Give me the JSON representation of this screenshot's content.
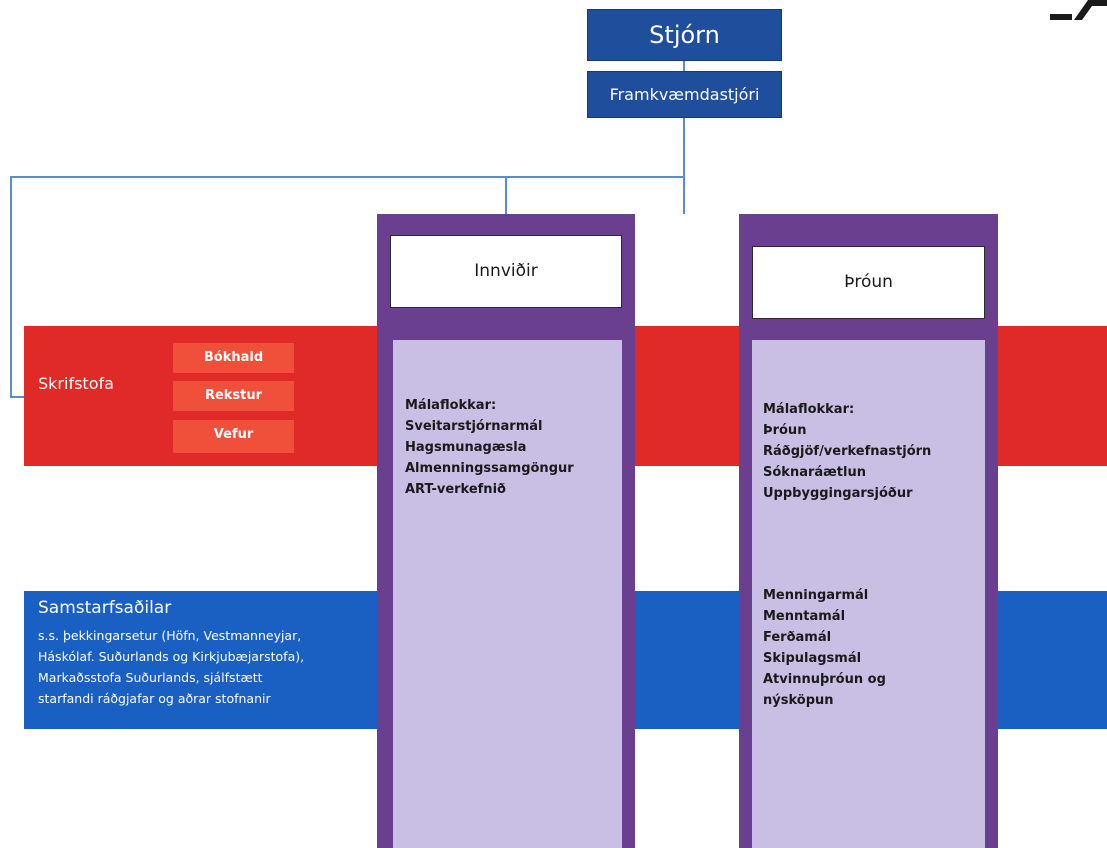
{
  "top": {
    "board": "Stjórn",
    "director": "Framkvæmdastjóri"
  },
  "office": {
    "label": "Skrifstofa",
    "units": [
      "Bókhald",
      "Rekstur",
      "Vefur"
    ]
  },
  "partners": {
    "title": "Samstarfsaðilar",
    "lines": [
      "s.s. þekkingarsetur (Höfn, Vestmanneyjar,",
      "Háskólaf. Suðurlands og Kirkjubæjarstofa),",
      "Markaðsstofa Suðurlands, sjálfstætt",
      "starfandi ráðgjafar og aðrar stofnanir"
    ]
  },
  "columns": [
    {
      "title": "Innviðir",
      "groups": [
        [
          "Málaflokkar:",
          "Sveitarstjórnarmál",
          "Hagsmunagæsla",
          "Almenningssamgöngur",
          "ART-verkefnið"
        ]
      ]
    },
    {
      "title": "Þróun",
      "groups": [
        [
          "Málaflokkar:",
          "Þróun",
          "Ráðgjöf/verkefnastjórn",
          "Sóknaráætlun",
          "Uppbyggingarsjóður"
        ],
        [
          "Menningarmál",
          "Menntamál",
          "Ferðamál",
          "Skipulagsmál",
          "Atvinnuþróun og",
          "nýsköpun"
        ]
      ]
    }
  ],
  "colors": {
    "navy": "#1f4e9c",
    "red_band": "#e02a28",
    "red_unit": "#f0503a",
    "blue_band": "#1a5fc2",
    "column_frame": "#6a3f8f",
    "column_body": "#c9bfe4",
    "connector": "#5b8ccf"
  }
}
